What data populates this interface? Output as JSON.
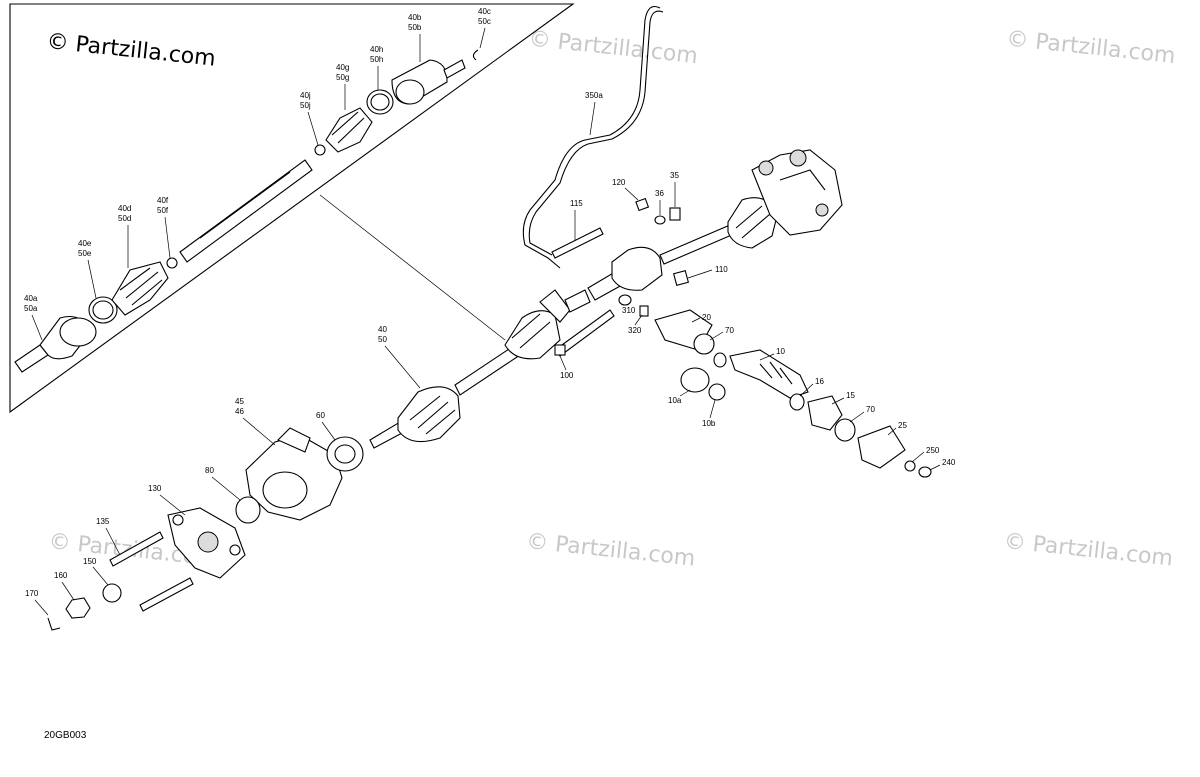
{
  "copyright": "© Partzilla.com",
  "watermarks": [
    "© Partzilla.com",
    "© Partzilla.com",
    "© Partzilla.com",
    "© Partzilla.com",
    "© Partzilla.com"
  ],
  "drawing_code": "20GB003",
  "labels": {
    "l40b": "40b",
    "l50b": "50b",
    "l40c": "40c",
    "l50c": "50c",
    "l40h": "40h",
    "l50h": "50h",
    "l40g": "40g",
    "l50g": "50g",
    "l40j": "40j",
    "l50j": "50j",
    "l40d": "40d",
    "l50d": "50d",
    "l40f": "40f",
    "l50f": "50f",
    "l40e": "40e",
    "l50e": "50e",
    "l40a": "40a",
    "l50a": "50a",
    "l40": "40",
    "l50": "50",
    "l350a": "350a",
    "l120": "120",
    "l36": "36",
    "l35": "35",
    "l115": "115",
    "l110": "110",
    "l310": "310",
    "l320": "320",
    "l100": "100",
    "l20": "20",
    "l70a": "70",
    "l10": "10",
    "l10a": "10a",
    "l10b": "10b",
    "l16": "16",
    "l15": "15",
    "l70b": "70",
    "l25": "25",
    "l250": "250",
    "l240": "240",
    "l45": "45",
    "l46": "46",
    "l60": "60",
    "l80": "80",
    "l130": "130",
    "l135": "135",
    "l150": "150",
    "l160": "160",
    "l170": "170"
  }
}
